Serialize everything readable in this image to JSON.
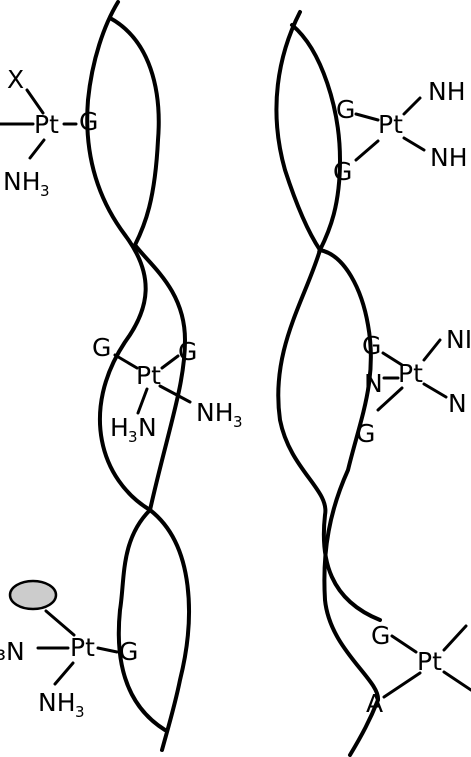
{
  "adducts": [
    {
      "id": "monofunctional-top",
      "labels": {
        "x": "X",
        "pt": "Pt",
        "g": "G",
        "nh3": "NH",
        "nh3_sub": "3"
      }
    },
    {
      "id": "interstrand-crosslink",
      "labels": {
        "g1": "G",
        "g2": "G",
        "pt": "Pt",
        "h3n_h": "H",
        "h3n_sub": "3",
        "h3n_n": "N",
        "nh3": "NH",
        "nh3_sub": "3"
      }
    },
    {
      "id": "protein-crosslink",
      "labels": {
        "h3n": "₃N",
        "pt": "Pt",
        "g": "G",
        "nh3": "NH",
        "nh3_sub": "3"
      }
    },
    {
      "id": "intrastrand-gg",
      "labels": {
        "g1": "G",
        "g2": "G",
        "pt": "Pt",
        "nh_top": "NH",
        "nh_bottom": "NH"
      }
    },
    {
      "id": "intrastrand-gng",
      "labels": {
        "g1": "G",
        "n": "N",
        "g2": "G",
        "pt": "Pt",
        "n_top": "NI",
        "n_bottom": "N"
      }
    },
    {
      "id": "intrastrand-ag",
      "labels": {
        "g": "G",
        "a": "A",
        "pt": "Pt"
      }
    }
  ],
  "colors": {
    "line": "#000000",
    "protein": "#cccccc",
    "background": "#ffffff"
  }
}
